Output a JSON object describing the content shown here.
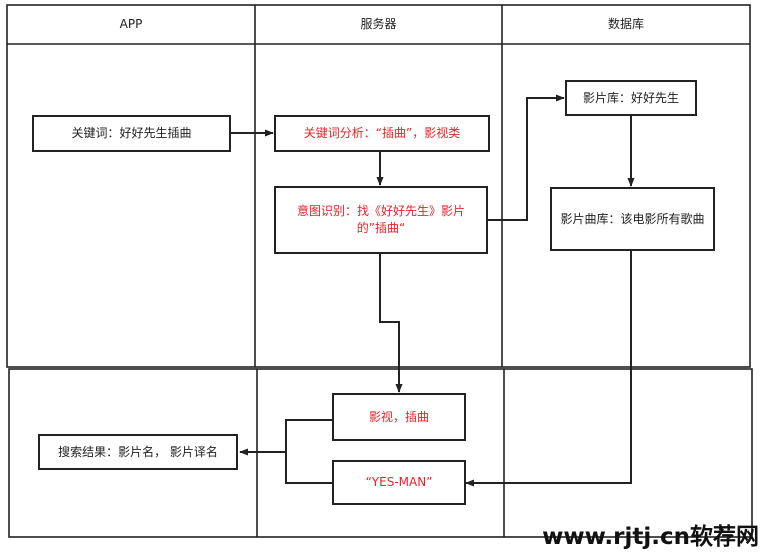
{
  "lanes": {
    "app": "APP",
    "server": "服务器",
    "database": "数据库"
  },
  "nodes": {
    "keyword": "关键词：好好先生插曲",
    "keyword_analysis": "关键词分析：“插曲”，影视类",
    "intent": "意图识别：找《好好先生》影片的”插曲“",
    "film_db": "影片库：好好先生",
    "film_song_db": "影片曲库：该电影所有歌曲",
    "film_song": "影视，插曲",
    "yes_man": "“YES-MAN”",
    "search_result": "搜索结果：影片名， 影片译名"
  },
  "watermark": "www.rjtj.cn软荐网",
  "colors": {
    "line": "#222222",
    "highlight_text": "#e8232a",
    "background": "#ffffff"
  }
}
